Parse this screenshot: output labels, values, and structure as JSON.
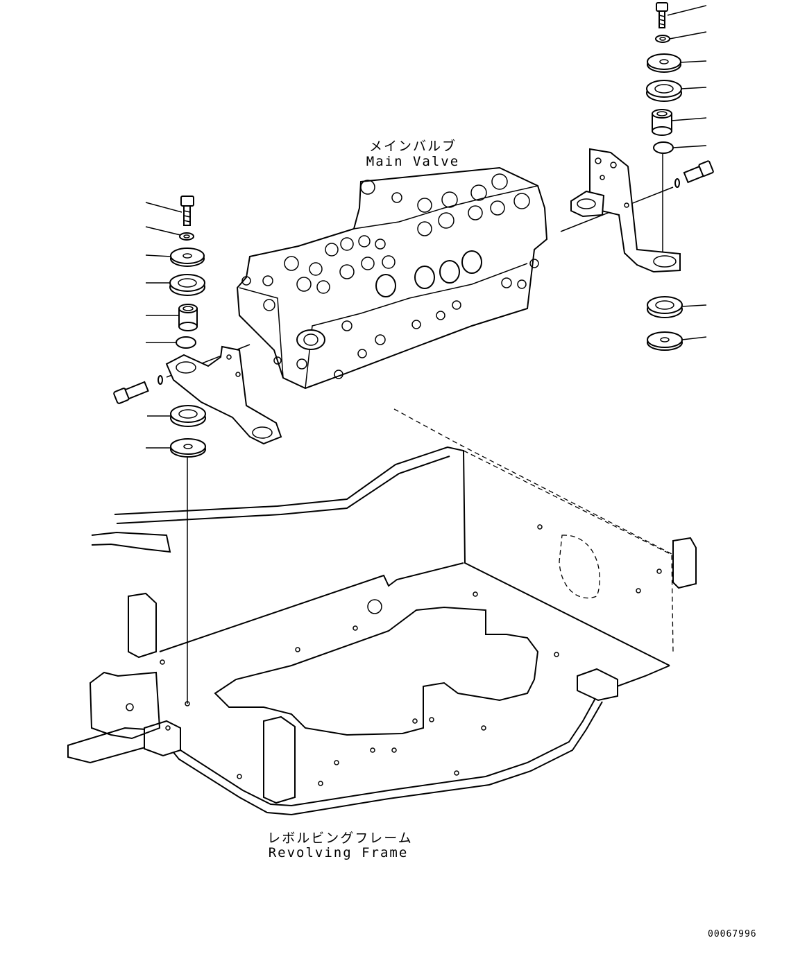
{
  "labels": {
    "main_valve_jp": "メインバルブ",
    "main_valve_en": "Main Valve",
    "revolving_frame_jp": "レボルビングフレーム",
    "revolving_frame_en": "Revolving Frame"
  },
  "document_id": "00067996"
}
